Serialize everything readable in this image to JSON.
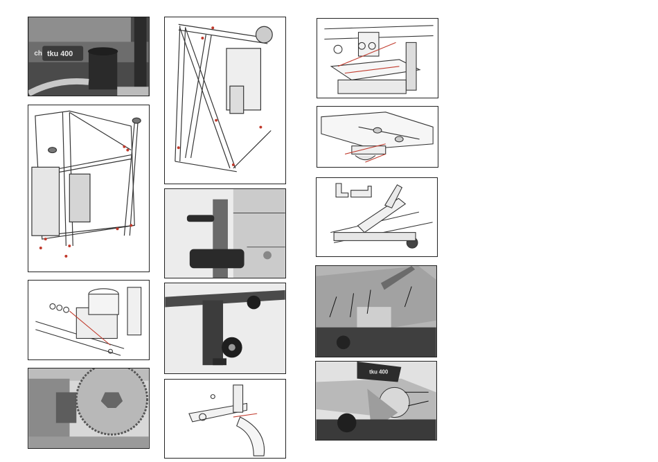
{
  "panels": {
    "p1": {
      "brand": "tku 400",
      "brand_prefix": "ch"
    },
    "p2": {},
    "p3": {},
    "p4": {},
    "p5": {},
    "p6": {},
    "p7": {},
    "p8": {},
    "p9": {},
    "p10": {},
    "p11": {},
    "p12": {},
    "p13": {
      "brand": "tku 400"
    }
  },
  "colors": {
    "border": "#222222",
    "line": "#333333",
    "photo_dark": "#3a3a3a",
    "photo_mid": "#8c8c8c",
    "photo_light": "#cfcfcf",
    "marker": "#c0392b"
  }
}
